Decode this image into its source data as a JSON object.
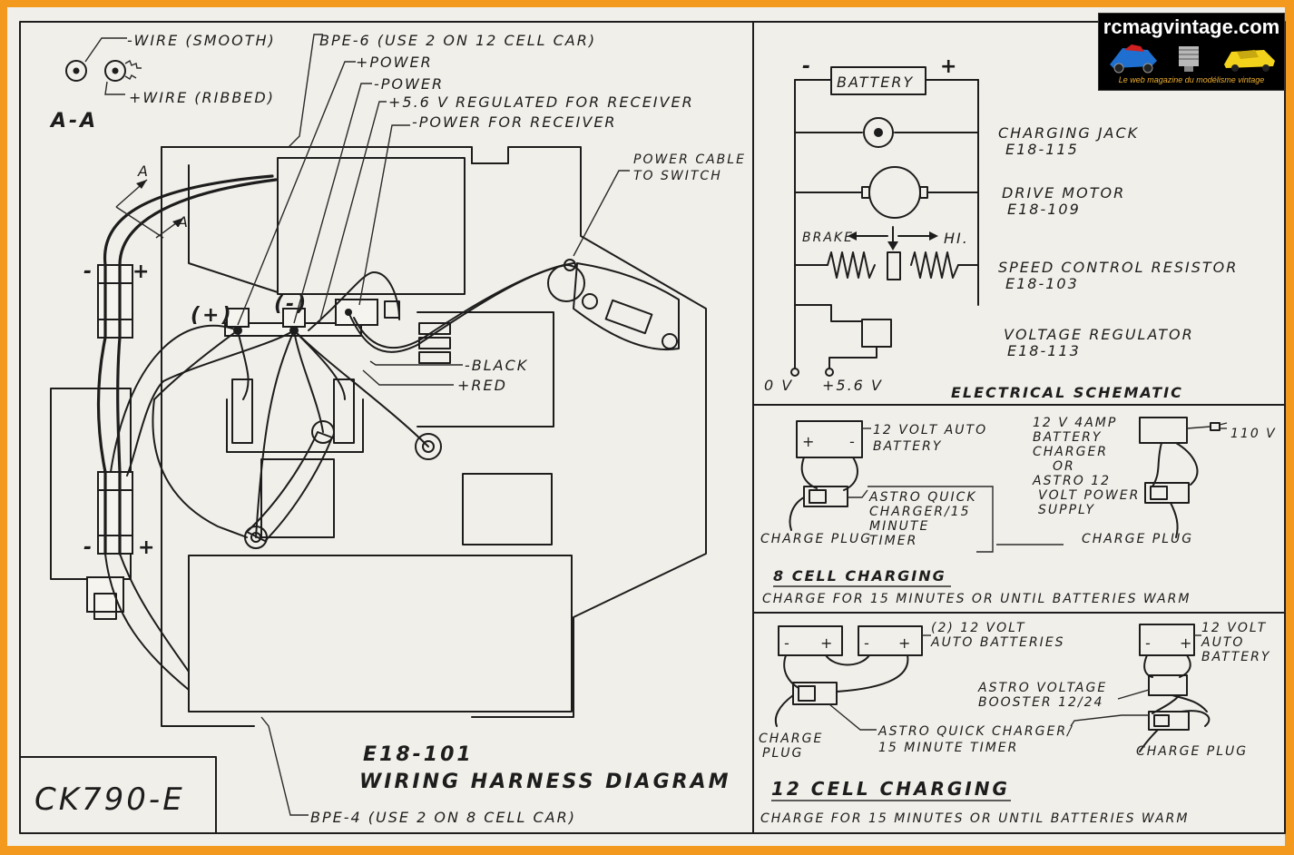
{
  "logo": {
    "site": "rcmagvintage.com",
    "tagline": "Le web magazine du modélisme vintage",
    "icons": [
      "rc-buggy-icon",
      "engine-icon",
      "rc-car-icon"
    ]
  },
  "colors": {
    "border": "#f39a1e",
    "paper": "#f1efe9",
    "ink": "#1d1d1d"
  },
  "part_number": "CK790-E",
  "wiring": {
    "title_code": "E18-101",
    "title": "WIRING HARNESS DIAGRAM",
    "section_label": "A-A",
    "section_marker": "A",
    "wire_minus": "-WIRE (SMOOTH)",
    "wire_plus": "+WIRE (RIBBED)",
    "bpe6": "BPE-6 (USE 2 ON 12 CELL CAR)",
    "plus_power": "+POWER",
    "minus_power": "-POWER",
    "regulated": "+5.6 V REGULATED FOR RECEIVER",
    "minus_receiver": "-POWER FOR RECEIVER",
    "power_cable": [
      "POWER CABLE",
      "TO SWITCH"
    ],
    "black": "-BLACK",
    "red": "+RED",
    "bpe4": "BPE-4 (USE 2 ON 8 CELL CAR)",
    "terminal_plus": "(+)",
    "terminal_minus": "(-)",
    "sign_minus": "-",
    "sign_plus": "+"
  },
  "schematic": {
    "title": "ELECTRICAL SCHEMATIC",
    "battery": "BATTERY",
    "minus": "-",
    "plus": "+",
    "brake": "BRAKE",
    "hi": "HI.",
    "zero_v": "0 V",
    "plus_5v": "+5.6 V",
    "components": [
      {
        "name": "CHARGING JACK",
        "code": "E18-115"
      },
      {
        "name": "DRIVE MOTOR",
        "code": "E18-109"
      },
      {
        "name": "SPEED CONTROL RESISTOR",
        "code": "E18-103"
      },
      {
        "name": "VOLTAGE REGULATOR",
        "code": "E18-113"
      }
    ]
  },
  "charging8": {
    "title": "8 CELL CHARGING",
    "note": "CHARGE FOR 15 MINUTES OR UNTIL BATTERIES WARM",
    "battery": [
      "12 VOLT AUTO",
      "BATTERY"
    ],
    "quick_charger": [
      "ASTRO QUICK",
      "CHARGER/15",
      "MINUTE",
      "TIMER"
    ],
    "charger": [
      "12 V 4AMP",
      "BATTERY",
      "CHARGER",
      "OR",
      "ASTRO 12",
      "VOLT POWER",
      "SUPPLY"
    ],
    "volts": "110 V",
    "charge_plug_left": "CHARGE PLUG",
    "charge_plug_right": "CHARGE PLUG"
  },
  "charging12": {
    "title": "12 CELL CHARGING",
    "note": "CHARGE FOR 15 MINUTES OR UNTIL BATTERIES WARM",
    "batteries": [
      "(2) 12 VOLT",
      "AUTO BATTERIES"
    ],
    "battery_right": [
      "12 VOLT",
      "AUTO",
      "BATTERY"
    ],
    "booster": [
      "ASTRO VOLTAGE",
      "BOOSTER 12/24"
    ],
    "quick_charger": [
      "ASTRO QUICK CHARGER/",
      "15 MINUTE TIMER"
    ],
    "charge_plug_left": [
      "CHARGE",
      "PLUG"
    ],
    "charge_plug_right": "CHARGE PLUG"
  }
}
